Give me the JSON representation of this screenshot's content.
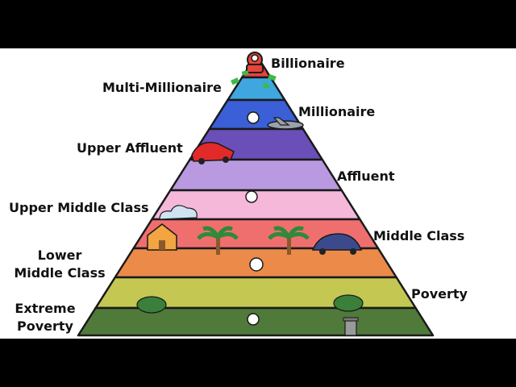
{
  "pyramid": {
    "tiers": [
      {
        "label": "Billionaire",
        "color": "#e8443a"
      },
      {
        "label": "Multi-Millionaire",
        "color": "#3fa6df"
      },
      {
        "label": "Millionaire",
        "color": "#3a5fd6"
      },
      {
        "label": "Upper Affluent",
        "color": "#6a4fb8"
      },
      {
        "label": "Affluent",
        "color": "#b99ae0"
      },
      {
        "label": "Upper Middle Class",
        "color": "#f5b8d9"
      },
      {
        "label": "Middle Class",
        "color": "#ef6f6f"
      },
      {
        "label": "Lower Middle Class",
        "color": "#ec8a4a"
      },
      {
        "label": "Poverty",
        "color": "#c4c853"
      },
      {
        "label": "Extreme Poverty",
        "color": "#4f7a3a"
      }
    ],
    "label_lines": {
      "lower_middle_1": "Lower",
      "lower_middle_2": "Middle Class",
      "extreme_1": "Extreme",
      "extreme_2": "Poverty"
    },
    "outline_color": "#1a1a1a",
    "letterbox_color": "#000000"
  }
}
